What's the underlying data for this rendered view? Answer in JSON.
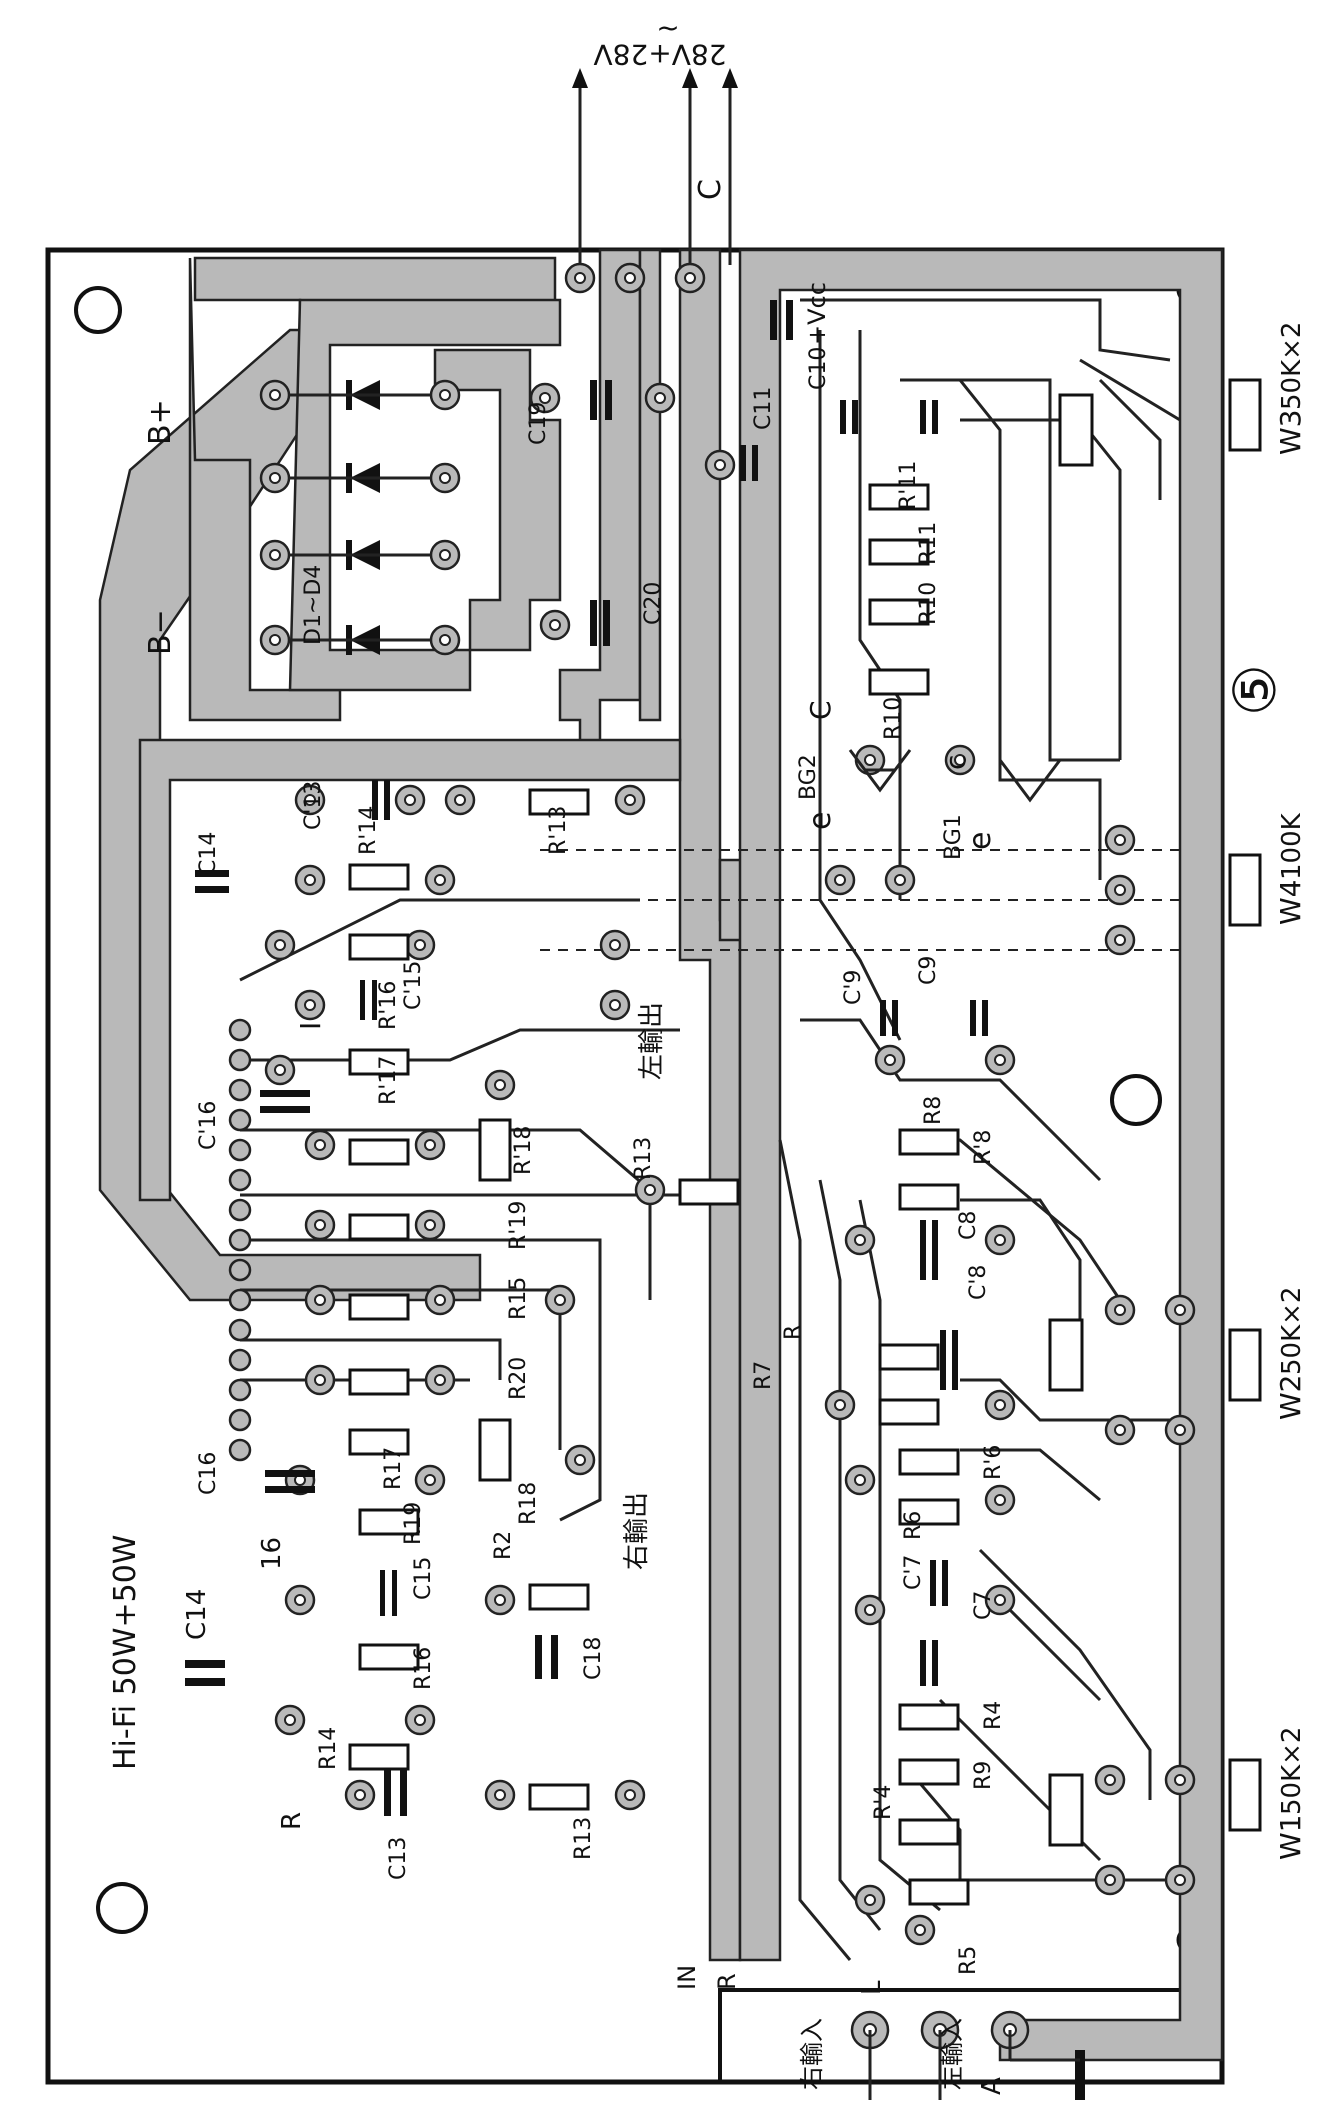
{
  "title": "Hi-Fi 50W+50W",
  "figure_number": "⑤",
  "power_labels": {
    "main": "28V+28V",
    "tilde": "~",
    "ac_side": "28V"
  },
  "node_labels": {
    "c_top": "C",
    "b_plus": "B+",
    "b_minus": "B−",
    "vcc": "+Vcc",
    "ground_a": "A",
    "left_ch": "L",
    "right_ch": "R",
    "input_arrow": "IN",
    "input_r": "R",
    "e1": "e",
    "e2": "e",
    "c1": "C",
    "c2": "c",
    "i_mark": "I",
    "sixteen": "16"
  },
  "text_labels": {
    "left_out": "左輸出",
    "right_out": "右輸出",
    "left_in": "左輸入",
    "right_in": "右輸入"
  },
  "pots": [
    {
      "name": "W3",
      "value": "50K×2"
    },
    {
      "name": "W4",
      "value": "100K"
    },
    {
      "name": "W2",
      "value": "50K×2"
    },
    {
      "name": "W1",
      "value": "50K×2"
    }
  ],
  "components": {
    "c19": "C19",
    "c20": "C20",
    "diodes": "D1~D4",
    "c11": "C11",
    "c10": "C10",
    "r11p": "R'11",
    "r11": "R11",
    "r10": "R10",
    "r10b": "R10",
    "bg2": "BG2",
    "bg1": "BG1",
    "c9p": "C'9",
    "c9": "C9",
    "r8": "R8",
    "r8p": "R'8",
    "c8": "C8",
    "c8p": "C'8",
    "r7": "R7",
    "r7b": "R",
    "r6": "R6",
    "r6p": "R'6",
    "c7": "C7",
    "c7p": "C'7",
    "r4": "R4",
    "r4p": "R'4",
    "r9": "R9",
    "r5": "R5",
    "c14_top": "C14",
    "c13p": "C'13",
    "r13p": "R'13",
    "r14p": "R'14",
    "c15p": "C'15",
    "r16p": "R'16",
    "r17p": "R'17",
    "r18p": "R'18",
    "c16p": "C'16",
    "r13_mid": "R13",
    "r19": "R'19",
    "r15": "R15",
    "r20": "R20",
    "c16": "C16",
    "r17": "R17",
    "r18": "R18",
    "r19b": "R19",
    "c15": "C15",
    "r16": "R16",
    "c18": "C18",
    "r2x": "R2",
    "c14": "C14",
    "r14": "R14",
    "c13": "C13",
    "r13": "R13"
  }
}
